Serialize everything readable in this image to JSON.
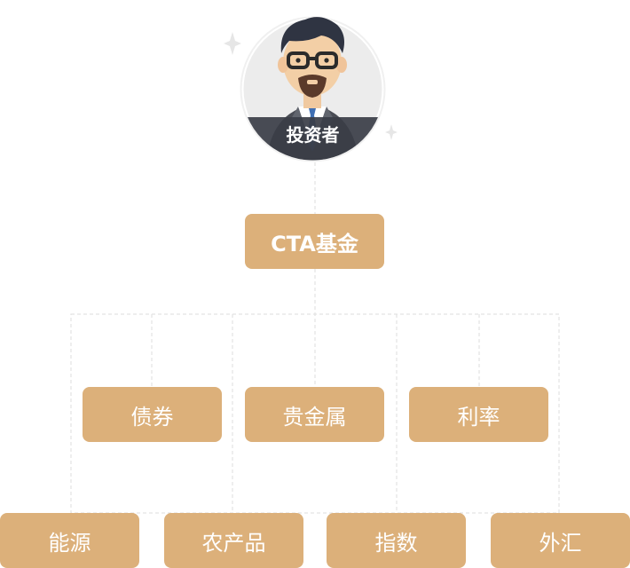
{
  "colors": {
    "box_fill": "#dcb07a",
    "box_text": "#ffffff",
    "connector": "#e3e3e3",
    "avatar_bg": "#ececec",
    "label_band": "#3a3d47"
  },
  "avatar": {
    "label": "投资者",
    "icon": "investor-cartoon-avatar"
  },
  "root": {
    "label": "CTA基金"
  },
  "level1": [
    {
      "label": "债券"
    },
    {
      "label": "贵金属"
    },
    {
      "label": "利率"
    }
  ],
  "level2": [
    {
      "label": "能源"
    },
    {
      "label": "农产品"
    },
    {
      "label": "指数"
    },
    {
      "label": "外汇"
    }
  ]
}
